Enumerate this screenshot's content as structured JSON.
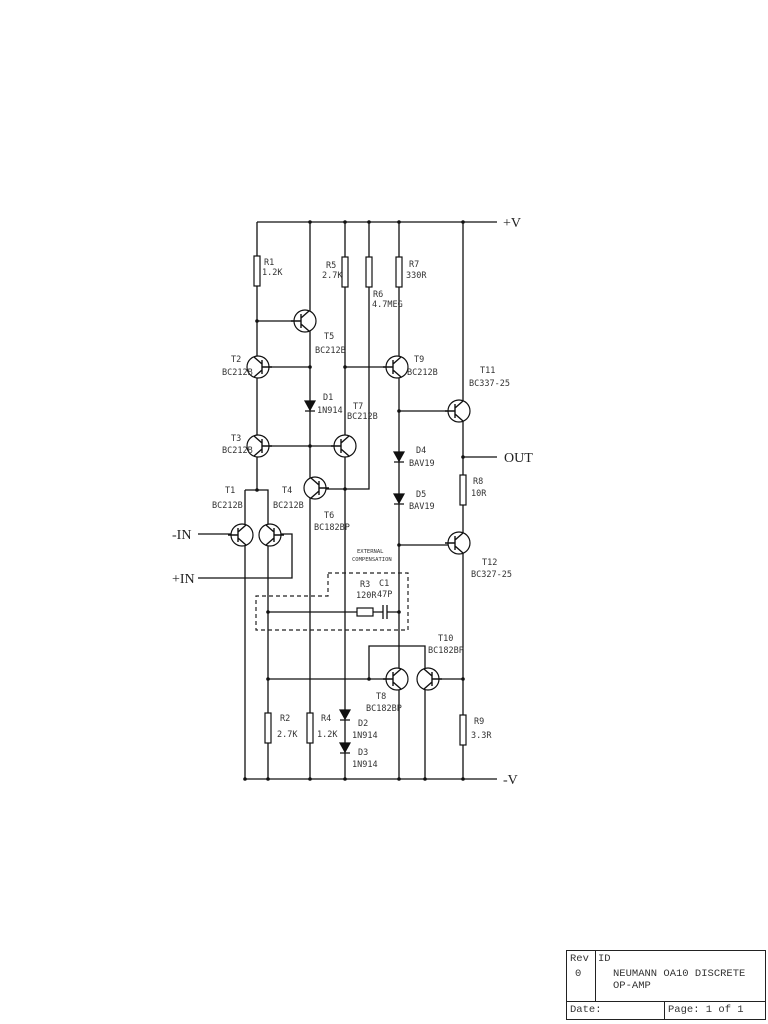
{
  "rails": {
    "positive": "+V",
    "negative": "-V",
    "output": "OUT",
    "inverting_input": "-IN",
    "noninverting_input": "+IN"
  },
  "compensation_note": [
    "EXTERNAL",
    "COMPENSATION"
  ],
  "components": {
    "R1": {
      "ref": "R1",
      "value": "1.2K"
    },
    "R2": {
      "ref": "R2",
      "value": "2.7K"
    },
    "R3": {
      "ref": "R3",
      "value": "120R"
    },
    "R4": {
      "ref": "R4",
      "value": "1.2K"
    },
    "R5": {
      "ref": "R5",
      "value": "2.7K"
    },
    "R6": {
      "ref": "R6",
      "value": "4.7MEG"
    },
    "R7": {
      "ref": "R7",
      "value": "330R"
    },
    "R8": {
      "ref": "R8",
      "value": "10R"
    },
    "R9": {
      "ref": "R9",
      "value": "3.3R"
    },
    "C1": {
      "ref": "C1",
      "value": "47P"
    },
    "D1": {
      "ref": "D1",
      "value": "1N914"
    },
    "D2": {
      "ref": "D2",
      "value": "1N914"
    },
    "D3": {
      "ref": "D3",
      "value": "1N914"
    },
    "D4": {
      "ref": "D4",
      "value": "BAV19"
    },
    "D5": {
      "ref": "D5",
      "value": "BAV19"
    },
    "T1": {
      "ref": "T1",
      "value": "BC212B"
    },
    "T2": {
      "ref": "T2",
      "value": "BC212B"
    },
    "T3": {
      "ref": "T3",
      "value": "BC212B"
    },
    "T4": {
      "ref": "T4",
      "value": "BC212B"
    },
    "T5": {
      "ref": "T5",
      "value": "BC212B"
    },
    "T6": {
      "ref": "T6",
      "value": "BC182BP"
    },
    "T7": {
      "ref": "T7",
      "value": "BC212B"
    },
    "T8": {
      "ref": "T8",
      "value": "BC182BP"
    },
    "T9": {
      "ref": "T9",
      "value": "BC212B"
    },
    "T10": {
      "ref": "T10",
      "value": "BC182BP"
    },
    "T11": {
      "ref": "T11",
      "value": "BC337-25"
    },
    "T12": {
      "ref": "T12",
      "value": "BC327-25"
    }
  },
  "title_block": {
    "rev_label": "Rev",
    "rev_value": "0",
    "id_label": "ID",
    "title": "NEUMANN OA10 DISCRETE OP-AMP",
    "date_label": "Date:",
    "page": "Page: 1 of 1"
  }
}
